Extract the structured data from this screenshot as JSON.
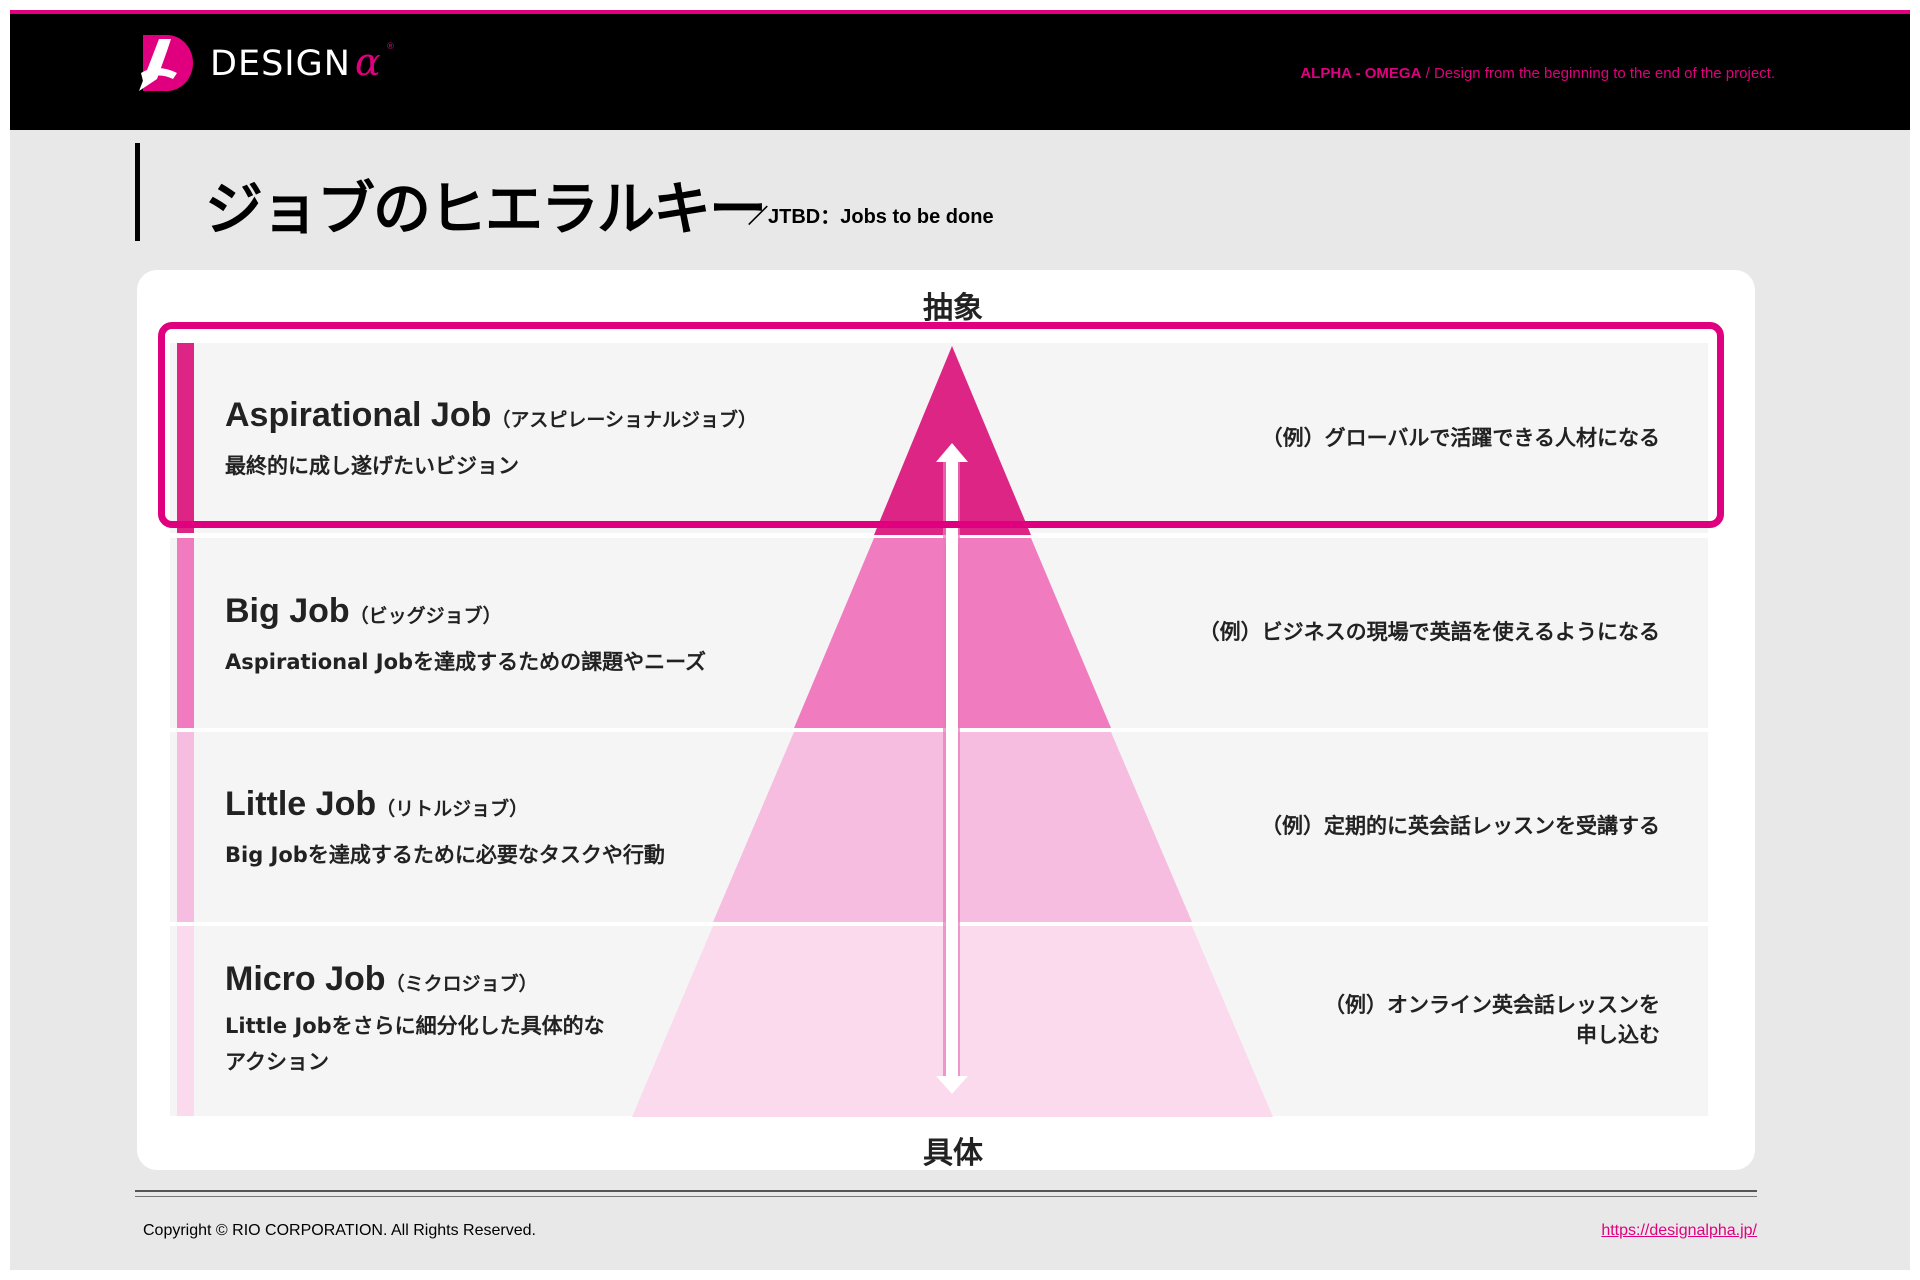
{
  "header": {
    "logo_text": "DESIGN",
    "logo_alpha": "α",
    "logo_mark": "®",
    "tagline_bold": "ALPHA - OMEGA",
    "tagline_rest": " / Design from the beginning to the end of the project."
  },
  "page": {
    "title": "ジョブのヒエラルキー",
    "subtitle": "／JTBD：Jobs to be done"
  },
  "axis": {
    "top": "抽象",
    "bottom": "具体"
  },
  "rows": [
    {
      "title": "Aspirational Job",
      "kana": "（アスピレーショナルジョブ）",
      "desc": "最終的に成し遂げたいビジョン",
      "example": "（例）グローバルで活躍できる人材になる",
      "color": "#dc2584"
    },
    {
      "title": "Big Job",
      "kana": "（ビッグジョブ）",
      "desc": "Aspirational Jobを達成するための課題やニーズ",
      "example": "（例）ビジネスの現場で英語を使えるようになる",
      "color": "#f07cbf"
    },
    {
      "title": "Little Job",
      "kana": "（リトルジョブ）",
      "desc": "Big Jobを達成するために必要なタスクや行動",
      "example": "（例）定期的に英会話レッスンを受講する",
      "color": "#f7bde0"
    },
    {
      "title": "Micro Job",
      "kana": "（ミクロジョブ）",
      "desc_line1": "Little Jobをさらに細分化した具体的な",
      "desc_line2": "アクション",
      "example_line1": "（例）オンライン英会話レッスンを",
      "example_line2": "申し込む",
      "color": "#fbdaee"
    }
  ],
  "colors": {
    "accent": "#e0007f"
  },
  "footer": {
    "copyright": "Copyright © RIO CORPORATION. All Rights Reserved.",
    "link": "https://designalpha.jp/"
  }
}
